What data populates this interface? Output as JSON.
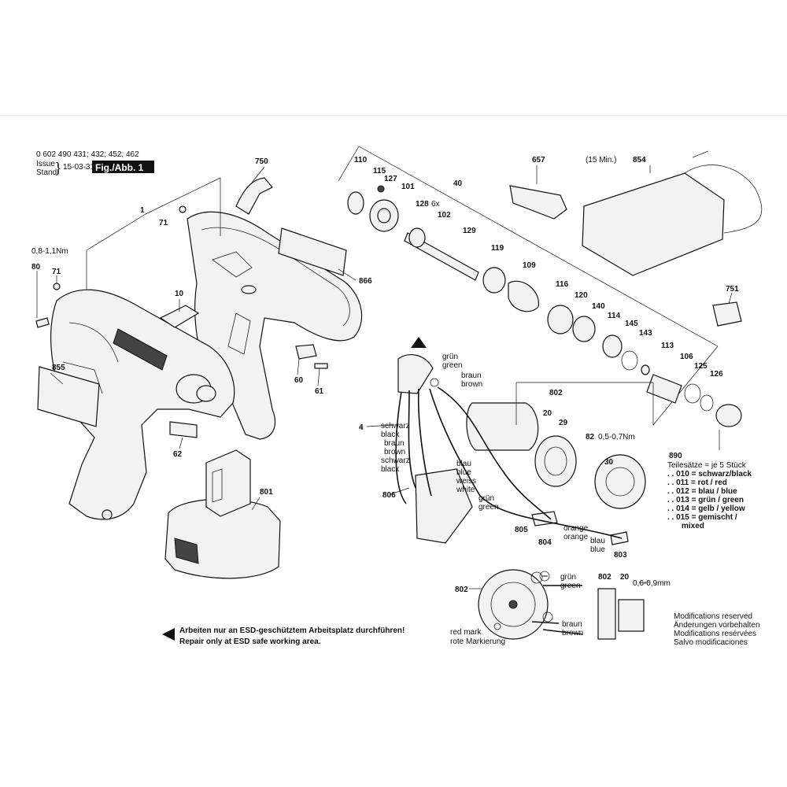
{
  "header": {
    "model_numbers": "0 602 490 431; 432; 452; 462",
    "issue_label": "Issue",
    "stand_label": "Stand",
    "issue_date": "15-03-31",
    "figure_label": "Fig./Abb. 1"
  },
  "parts": {
    "p1": "1",
    "p4": "4",
    "p10": "10",
    "p20": "20",
    "p20b": "20",
    "p29": "29",
    "p30": "30",
    "p40": "40",
    "p60": "60",
    "p61": "61",
    "p62": "62",
    "p71a": "71",
    "p71b": "71",
    "p80": "80",
    "p82": "82",
    "p101": "101",
    "p102": "102",
    "p106": "106",
    "p109": "109",
    "p110": "110",
    "p113": "113",
    "p114": "114",
    "p115": "115",
    "p116": "116",
    "p119": "119",
    "p120": "120",
    "p125": "125",
    "p126": "126",
    "p127": "127",
    "p128": "128",
    "p129": "129",
    "p140": "140",
    "p143": "143",
    "p145": "145",
    "p657": "657",
    "p750": "750",
    "p751": "751",
    "p801": "801",
    "p802a": "802",
    "p802b": "802",
    "p802c": "802",
    "p803": "803",
    "p804": "804",
    "p805": "805",
    "p806": "806",
    "p854": "854",
    "p855": "855",
    "p866": "866",
    "p890": "890"
  },
  "notes": {
    "torque_80": "0,8-1,1Nm",
    "torque_82": "0,5-0,7Nm",
    "qty_128": "6x",
    "charger_time": "(15 Min.)",
    "gap_20": "0,6-0,9mm"
  },
  "wires": {
    "gruen_green_top": [
      "grün",
      "green"
    ],
    "braun_brown_top": [
      "braun",
      "brown"
    ],
    "schwarz_black_1": [
      "schwarz",
      "black"
    ],
    "braun_brown_left": [
      "braun",
      "brown"
    ],
    "schwarz_black_2": [
      "schwarz",
      "black"
    ],
    "blau_blue": [
      "blau",
      "blue"
    ],
    "weiss_white": [
      "weiss",
      "white"
    ],
    "gruen_green_mid": [
      "grün",
      "green"
    ],
    "orange_1": "orange",
    "orange_2": "orange",
    "blau_blue_right": [
      "blau",
      "blue"
    ],
    "gruen_green_bottom": [
      "grün",
      "green"
    ],
    "braun_brown_bottom": [
      "braun",
      "brown"
    ]
  },
  "kit_890": {
    "title": "Teilesätze = je 5 Stück",
    "items": [
      ". . 010 = schwarz/black",
      ". . 011 = rot / red",
      ". . 012 = blau / blue",
      ". . 013 = grün / green",
      ". . 014 = gelb / yellow",
      ". . 015 = gemischt /",
      "mixed"
    ]
  },
  "red_mark": [
    "red mark",
    "rote Markierung"
  ],
  "esd_warning": {
    "line1": "Arbeiten nur an ESD-geschütztem Arbeitsplatz durchführen!",
    "line2": "Repair only at ESD safe working area."
  },
  "modifications": [
    "Modifications reserved",
    "Änderungen vorbehalten",
    "Modifications resérvées",
    "Salvo modificaciones"
  ],
  "colors": {
    "ink": "#111111",
    "paper": "#ffffff",
    "fill": "#f2f2f2",
    "shade": "#444444"
  }
}
